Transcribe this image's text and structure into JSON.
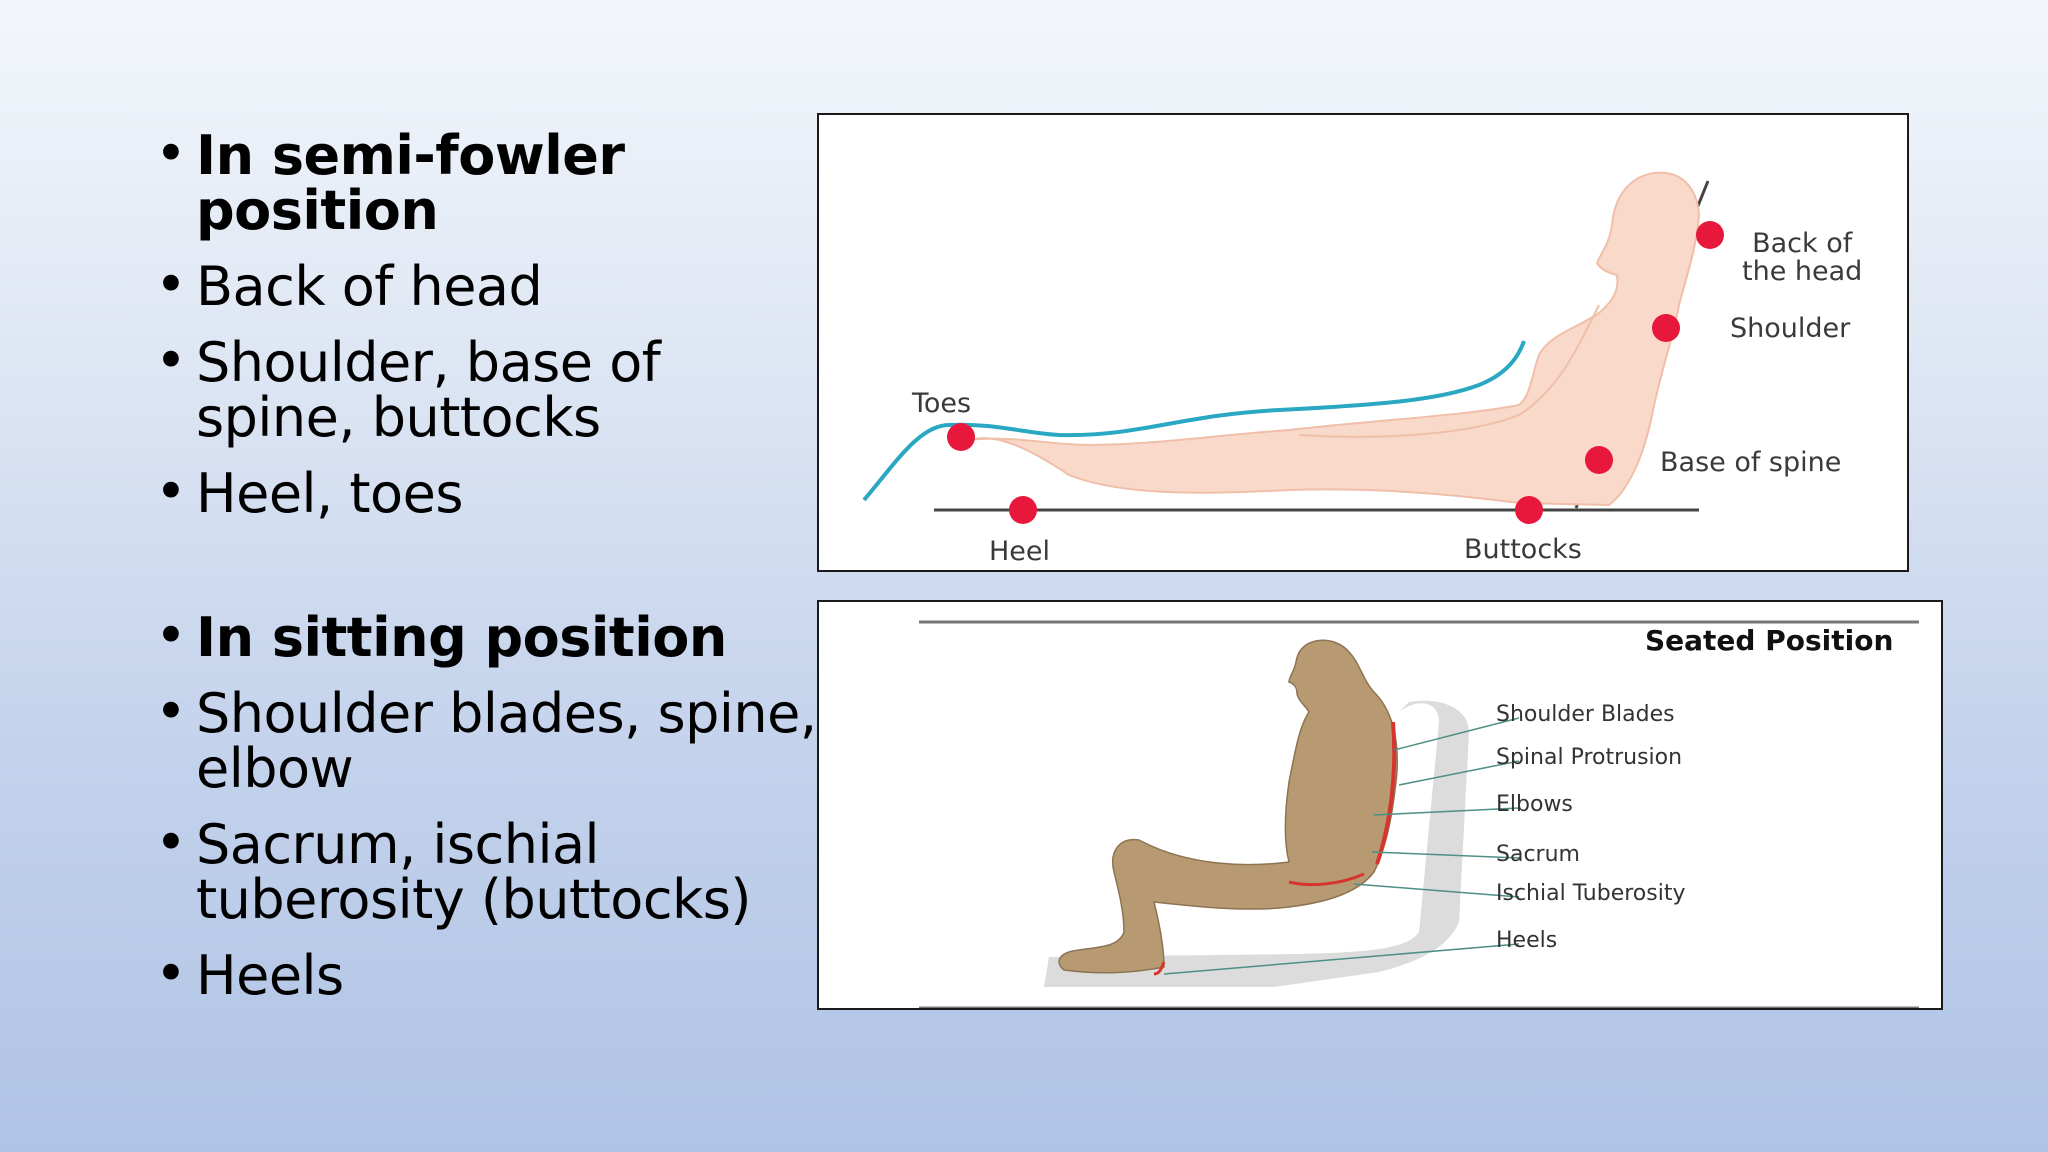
{
  "slide": {
    "sections": [
      {
        "items": [
          {
            "text": "In semi-fowler\nposition",
            "bold": true
          },
          {
            "text": "Back of head",
            "bold": false
          },
          {
            "text": "Shoulder, base of\nspine, buttocks",
            "bold": false
          },
          {
            "text": "Heel, toes",
            "bold": false
          }
        ]
      },
      {
        "items": [
          {
            "text": "In sitting position",
            "bold": true
          },
          {
            "text": "Shoulder blades, spine,\nelbow",
            "bold": false
          },
          {
            "text": "Sacrum, ischial\ntuberosity (buttocks)",
            "bold": false
          },
          {
            "text": "Heels",
            "bold": false
          }
        ]
      }
    ]
  },
  "fowler_figure": {
    "labels": {
      "back_of_head": "Back of\nthe head",
      "shoulder": "Shoulder",
      "base_of_spine": "Base of spine",
      "toes": "Toes",
      "heel": "Heel",
      "buttocks": "Buttocks"
    },
    "colors": {
      "skin": "#f9d9c9",
      "pressure_point": "#e8173c",
      "sheet_line": "#2aa7c2",
      "outline": "#444444"
    }
  },
  "seated_figure": {
    "title": "Seated Position",
    "labels": [
      "Shoulder Blades",
      "Spinal Protrusion",
      "Elbows",
      "Sacrum",
      "Ischial Tuberosity",
      "Heels"
    ],
    "colors": {
      "body": "#b89a72",
      "shadow": "#dcdcdc",
      "pressure": "#d6352f",
      "leader": "#4e8f86"
    }
  }
}
